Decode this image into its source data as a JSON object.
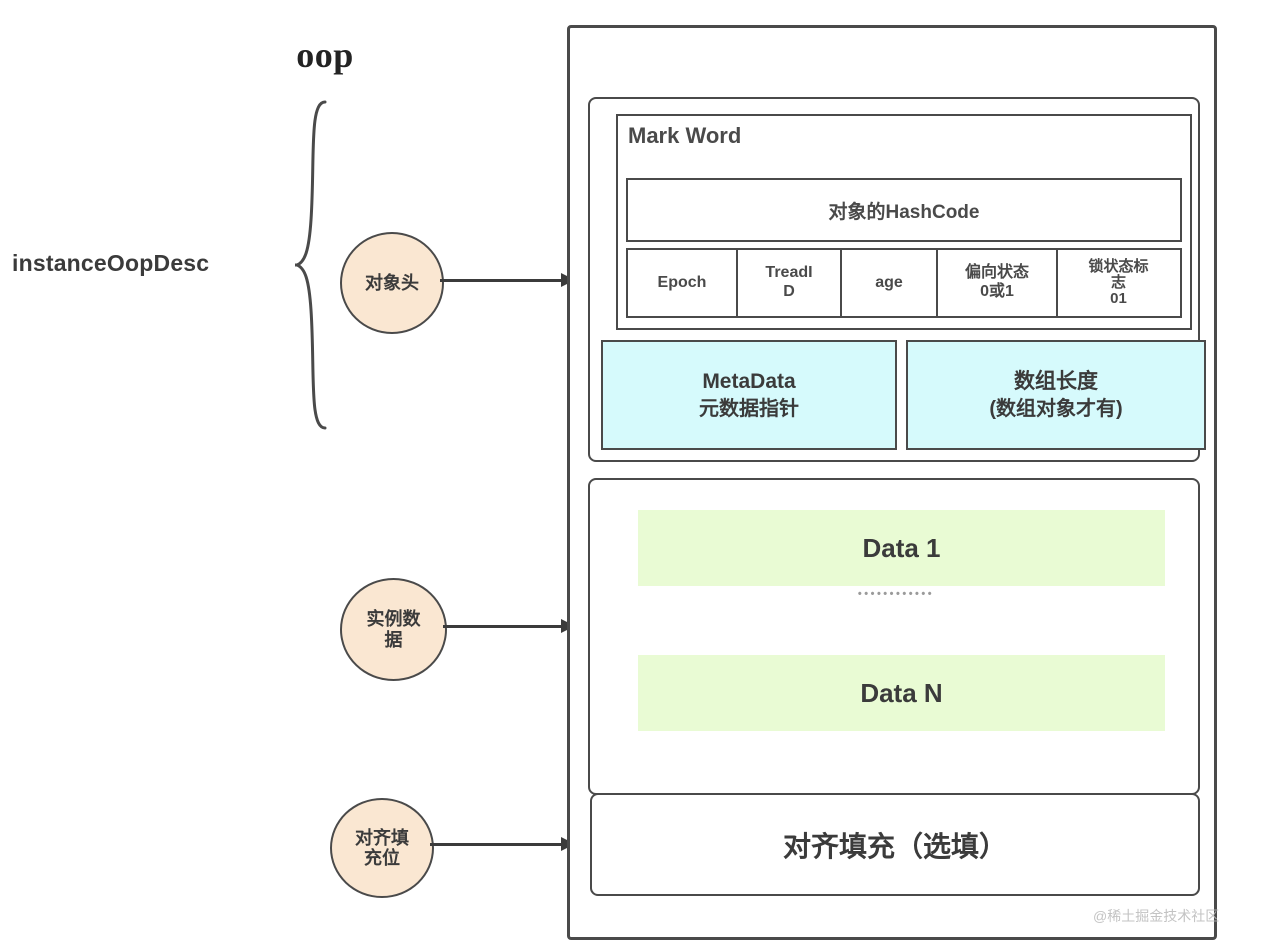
{
  "left_annotations": {
    "instance_label": "instanceOopDesc",
    "circles": [
      {
        "id": "object-header",
        "line1": "对象头",
        "line2": ""
      },
      {
        "id": "instance-data",
        "line1": "实例数",
        "line2": "据"
      },
      {
        "id": "align-padding",
        "line1": "对齐填",
        "line2": "充位"
      }
    ]
  },
  "oop": {
    "title": "oop",
    "header": {
      "mark_word_label": "Mark Word",
      "hashcode_label": "对象的HashCode",
      "flag_cells": [
        {
          "line1": "Epoch",
          "line2": "",
          "line3": ""
        },
        {
          "line1": "TreadI",
          "line2": "D",
          "line3": ""
        },
        {
          "line1": "age",
          "line2": "",
          "line3": ""
        },
        {
          "line1": "偏向状态",
          "line2": "0或1",
          "line3": ""
        },
        {
          "line1": "锁状态标",
          "line2": "志",
          "line3": "01"
        }
      ],
      "meta_cells": [
        {
          "title": "MetaData",
          "sub": "元数据指针"
        },
        {
          "title": "数组长度",
          "sub": "(数组对象才有)"
        }
      ]
    },
    "instance_data": {
      "first": "Data 1",
      "ellipsis": "••••••••••••",
      "last": "Data N"
    },
    "padding": {
      "label": "对齐填充（选填）"
    }
  },
  "watermark": "@稀土掘金技术社区",
  "colors": {
    "circle_fill": "#fae7d2",
    "meta_fill": "#d6fafc",
    "data_fill": "#e9fbd4",
    "stroke": "#4a4a4a",
    "text": "#3b3b3b"
  }
}
